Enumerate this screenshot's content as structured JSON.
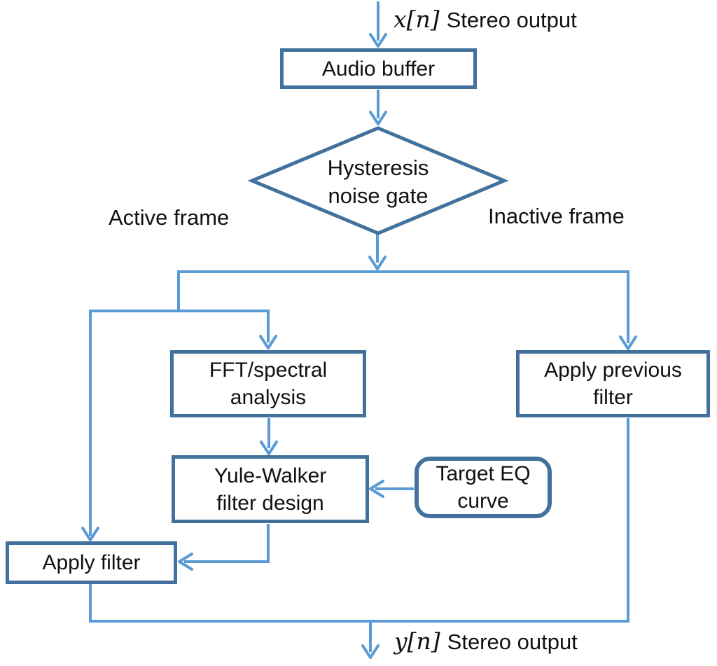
{
  "colors": {
    "shape_border": "#41719C",
    "connector": "#5B9BD5",
    "text_color": "#111111",
    "bg": "#FFFFFF"
  },
  "io": {
    "input": {
      "math": "x[n]",
      "text": "Stereo output"
    },
    "output": {
      "math": "y[n]",
      "text": "Stereo output"
    }
  },
  "branch_labels": {
    "active": "Active frame",
    "inactive": "Inactive frame"
  },
  "nodes": {
    "audio_buffer": "Audio buffer",
    "noise_gate": "Hysteresis\nnoise gate",
    "fft": "FFT/spectral\nanalysis",
    "yule_walker": "Yule-Walker\nfilter design",
    "target_eq": "Target EQ\ncurve",
    "apply_filter": "Apply filter",
    "apply_previous": "Apply previous\nfilter"
  }
}
